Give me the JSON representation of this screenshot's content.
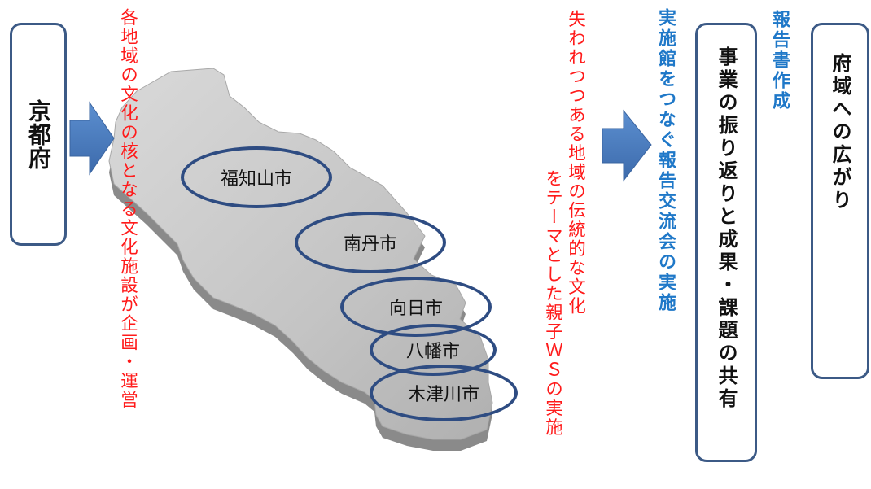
{
  "prefecture_label": "京都府",
  "red_text_1": "各地域の文化の核となる文化施設が企画・運営",
  "cities": [
    "福知山市",
    "南丹市",
    "向日市",
    "八幡市",
    "木津川市"
  ],
  "red_text_2_line1": "失われつつある地域の伝統的な文化",
  "red_text_2_line2": "をテーマとした親子ＷＳの実施",
  "blue_text_main": "実施館をつなぐ報告交流会の実施",
  "blue_text_sub": "報告書作成",
  "review_box_label": "事業の振り返りと成果・課題の共有",
  "spread_box_label": "府域への広がり",
  "colors": {
    "box_border": "#3c5a86",
    "arrow": "#4a7cc0",
    "red_text": "#ff1a1a",
    "blue_text": "#1f78c8",
    "map_top": "#c8c8c8",
    "map_side": "#8e8e8e",
    "ellipse": "#2e4c82"
  }
}
